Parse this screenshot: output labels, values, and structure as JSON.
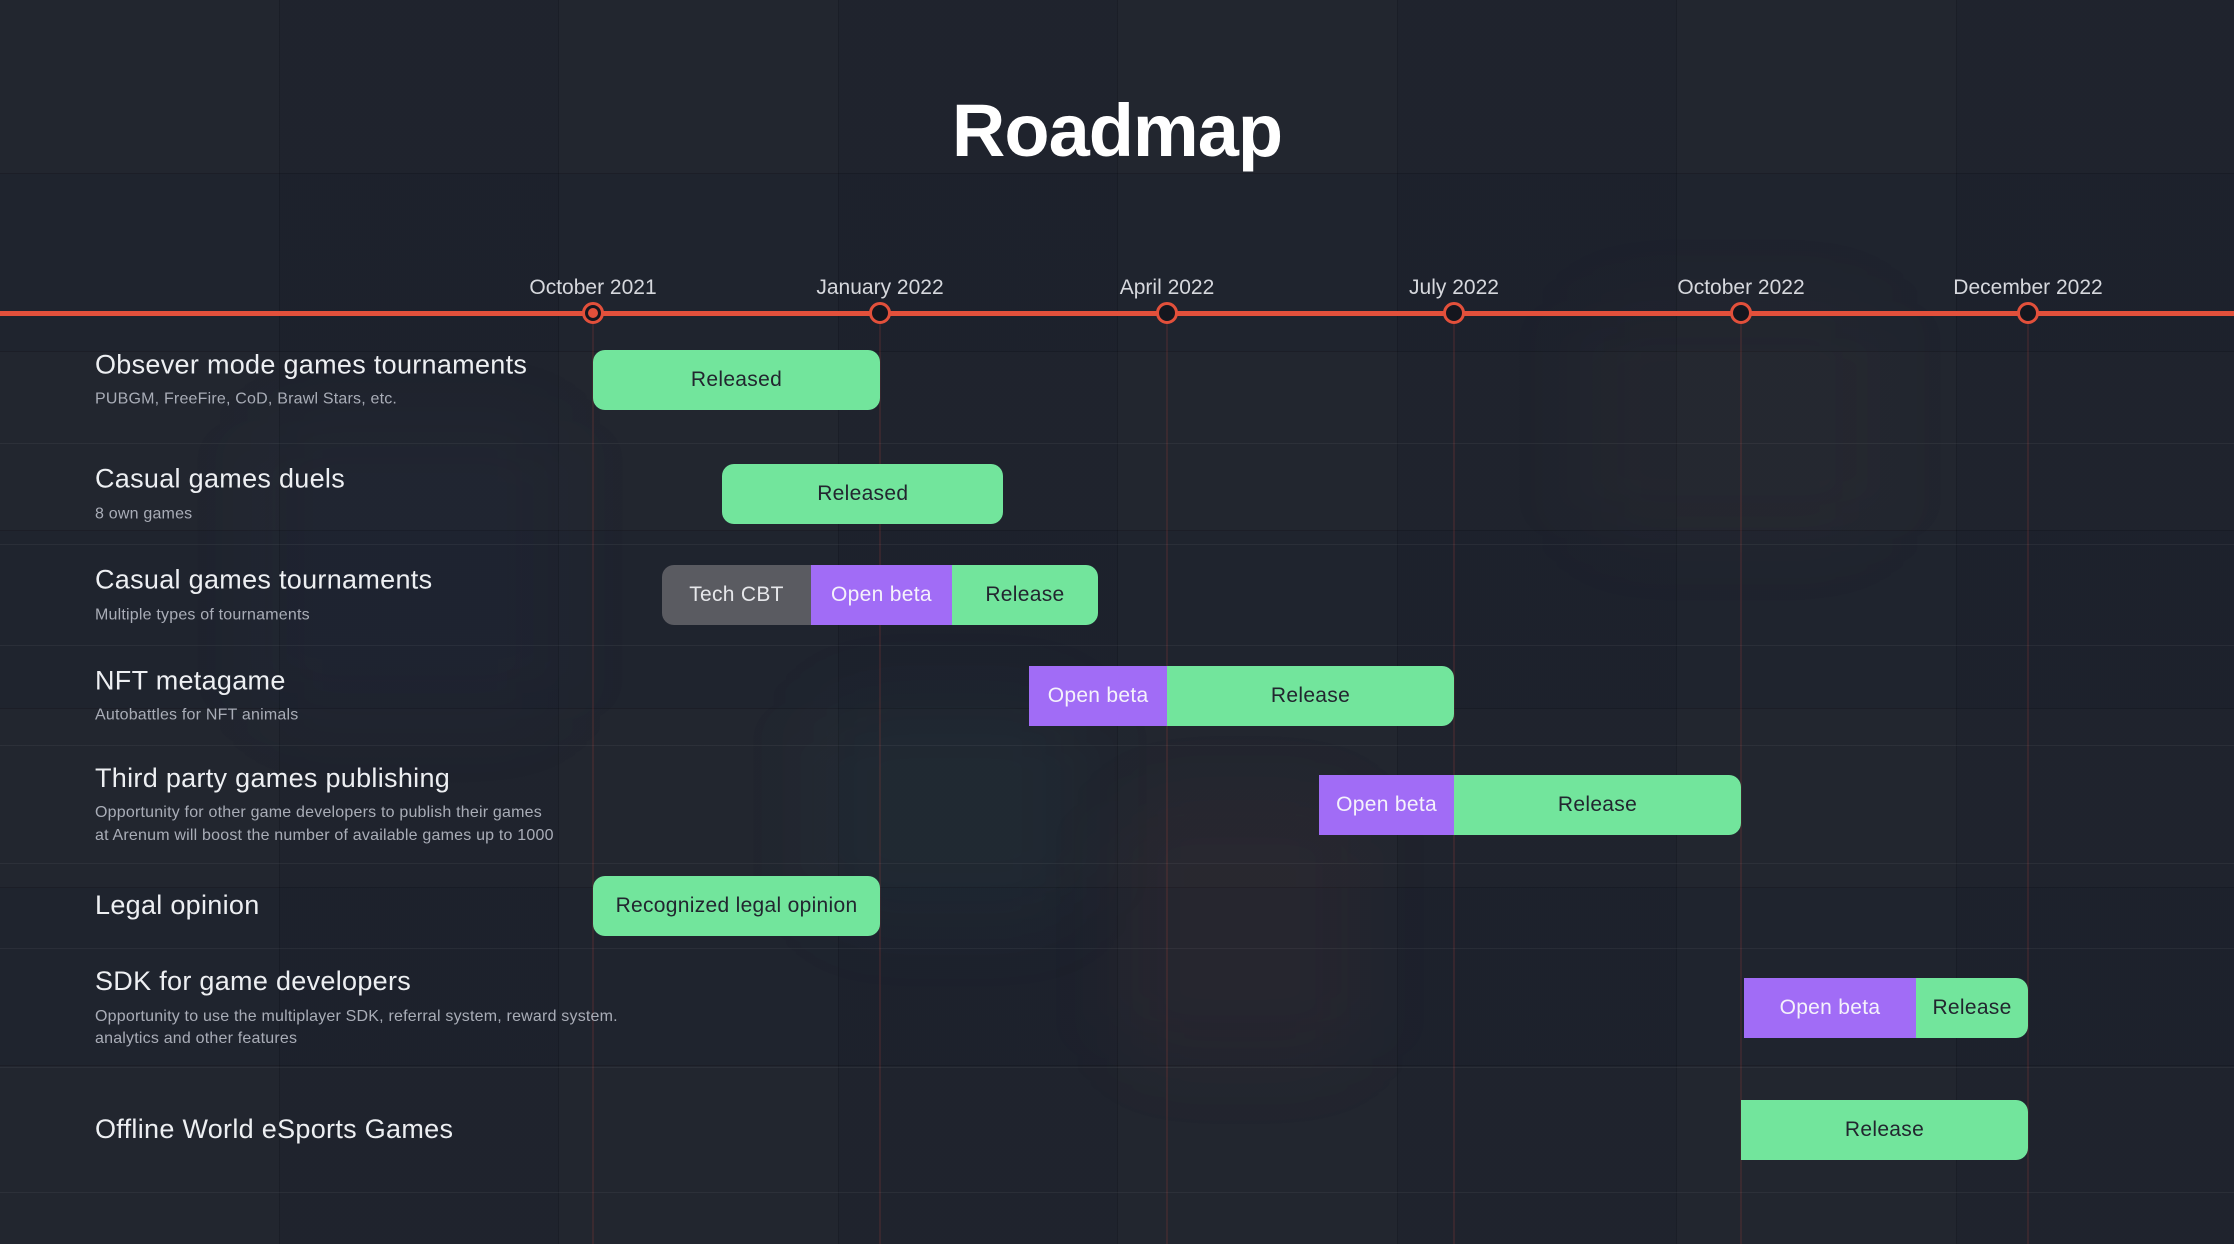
{
  "colors": {
    "background": "#1a1e28",
    "timeline_line": "#e2503b",
    "released_green": "#72e59c",
    "open_beta_purple": "#a16cf6",
    "tech_cbt_gray": "#5a5b61"
  },
  "chart_data": {
    "type": "bar",
    "subtype": "gantt-roadmap-timeline",
    "title": "Roadmap",
    "x_axis": {
      "tick_labels": [
        "October 2021",
        "January 2022",
        "April 2022",
        "July 2022",
        "October 2022",
        "December 2022"
      ],
      "highlighted_tick_index": 0,
      "units": "column index: 0 = October 2021, each column = next tick"
    },
    "legend": "none",
    "grid": "vertical lines at each date, horizontal separators between rows",
    "rows": [
      {
        "title": "Obsever mode games tournaments",
        "subtitle": "PUBGM, FreeFire, CoD, Brawl Stars, etc.",
        "segments": [
          {
            "label": "Released",
            "status": "released",
            "start": 0,
            "end": 1,
            "rounded_start": true,
            "rounded_end": true
          }
        ]
      },
      {
        "title": "Casual games duels",
        "subtitle": "8 own games",
        "segments": [
          {
            "label": "Released",
            "status": "released",
            "start": 0.45,
            "end": 1.43,
            "rounded_start": true,
            "rounded_end": true
          }
        ]
      },
      {
        "title": "Casual games tournaments",
        "subtitle": "Multiple types of tournaments",
        "segments": [
          {
            "label": "Tech CBT",
            "status": "tech_cbt",
            "start": 0.24,
            "end": 0.76,
            "rounded_start": true,
            "rounded_end": false
          },
          {
            "label": "Open beta",
            "status": "open_beta",
            "start": 0.76,
            "end": 1.25,
            "rounded_start": false,
            "rounded_end": false
          },
          {
            "label": "Release",
            "status": "released",
            "start": 1.25,
            "end": 1.76,
            "rounded_start": false,
            "rounded_end": true
          }
        ]
      },
      {
        "title": "NFT metagame",
        "subtitle": "Autobattles for NFT animals",
        "segments": [
          {
            "label": "Open beta",
            "status": "open_beta",
            "start": 1.52,
            "end": 2,
            "rounded_start": false,
            "rounded_end": false
          },
          {
            "label": "Release",
            "status": "released",
            "start": 2,
            "end": 3,
            "rounded_start": false,
            "rounded_end": true
          }
        ]
      },
      {
        "title": "Third party games publishing",
        "subtitle": "Opportunity for other game developers to publish their games\nat Arenum will boost the number of available games up to 1000",
        "segments": [
          {
            "label": "Open beta",
            "status": "open_beta",
            "start": 2.53,
            "end": 3,
            "rounded_start": false,
            "rounded_end": false
          },
          {
            "label": "Release",
            "status": "released",
            "start": 3,
            "end": 4,
            "rounded_start": false,
            "rounded_end": true
          }
        ]
      },
      {
        "title": "Legal opinion",
        "subtitle": "",
        "segments": [
          {
            "label": "Recognized legal opinion",
            "status": "released",
            "start": 0,
            "end": 1,
            "rounded_start": true,
            "rounded_end": true
          }
        ]
      },
      {
        "title": "SDK for game developers",
        "subtitle": "Opportunity to use the multiplayer SDK, referral system, reward system.\nanalytics and other features",
        "segments": [
          {
            "label": "Open beta",
            "status": "open_beta",
            "start": 4.01,
            "end": 4.61,
            "rounded_start": false,
            "rounded_end": false
          },
          {
            "label": "Release",
            "status": "released",
            "start": 4.61,
            "end": 5,
            "rounded_start": false,
            "rounded_end": true
          }
        ]
      },
      {
        "title": "Offline World eSports Games",
        "subtitle": "",
        "segments": [
          {
            "label": "Release",
            "status": "released",
            "start": 4,
            "end": 5,
            "rounded_start": false,
            "rounded_end": true
          }
        ]
      }
    ]
  }
}
